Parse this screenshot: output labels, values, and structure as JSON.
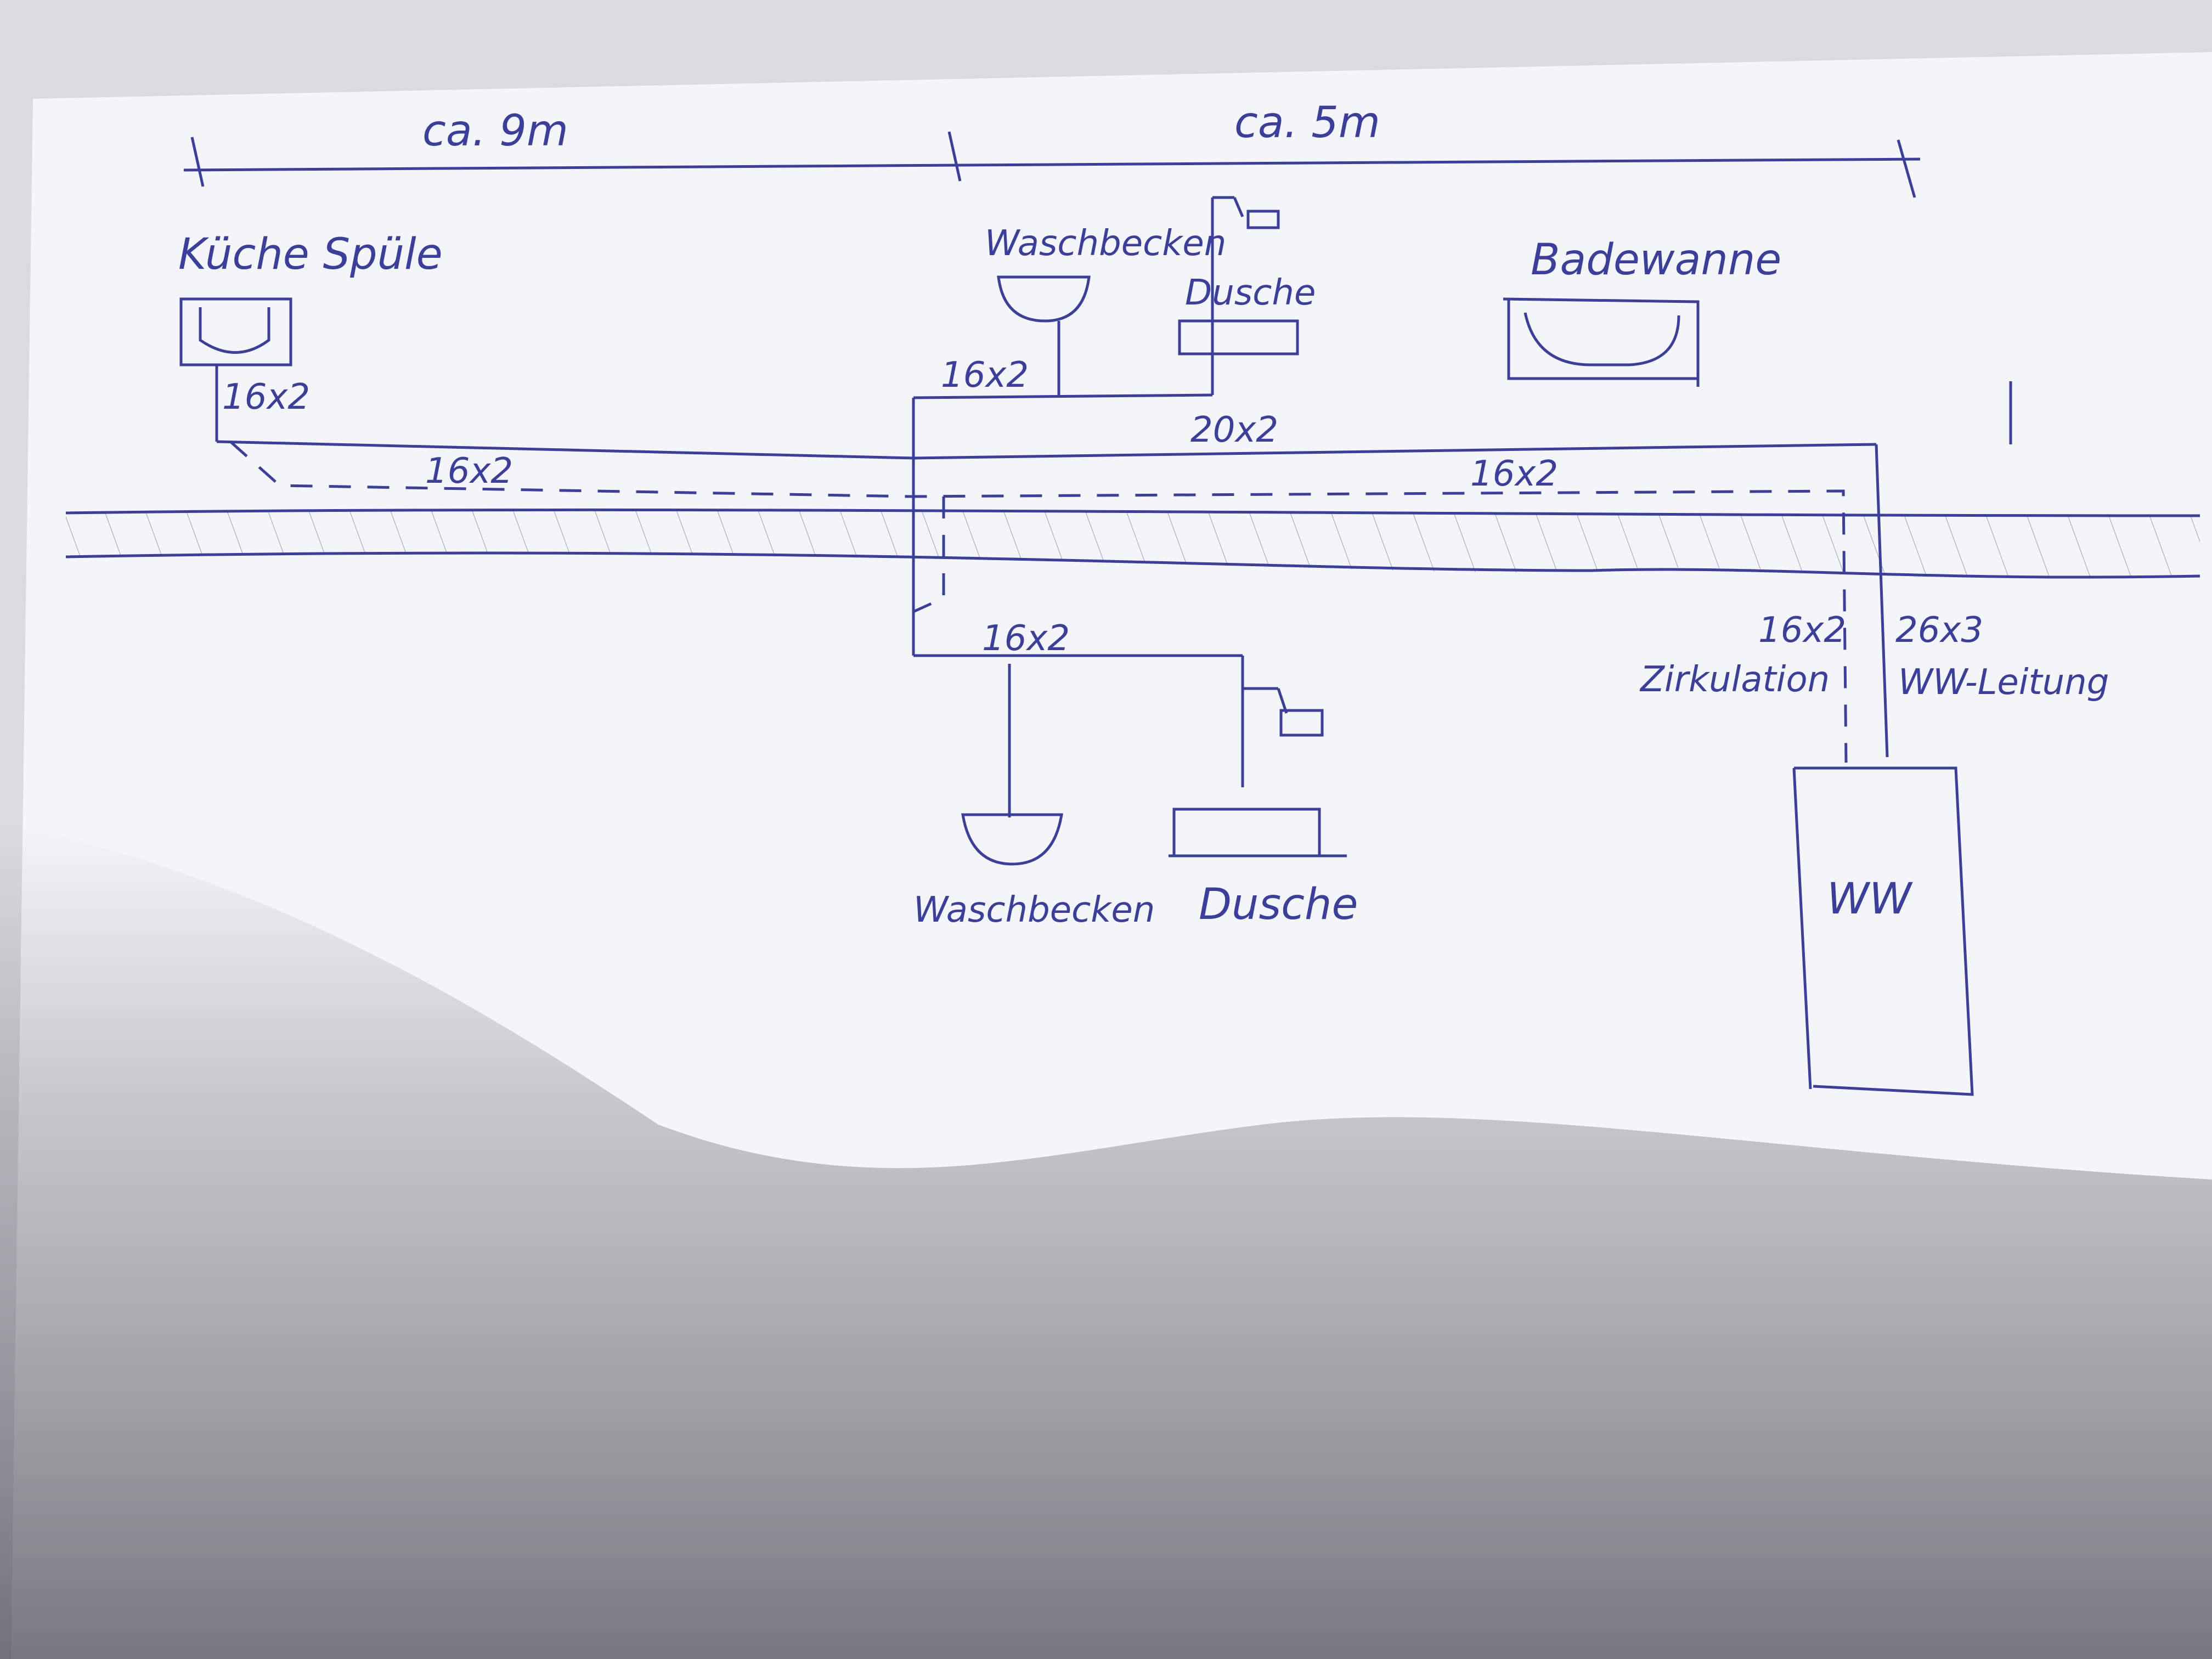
{
  "colors": {
    "ink": "#3a3f9e",
    "paper": "#f4f5f8",
    "desk": "#d9dbdf",
    "shadow": "#6a6d76"
  },
  "dimensions": {
    "left_span": "ca. 9m",
    "right_span": "ca. 5m"
  },
  "fixtures": {
    "kitchen_sink": "Küche Spüle",
    "upper_washbasin": "Waschbecken",
    "upper_shower": "Dusche",
    "bathtub": "Badewanne",
    "lower_washbasin": "Waschbecken",
    "lower_shower": "Dusche",
    "water_heater": "WW"
  },
  "pipes": {
    "kitchen_drop": "16x2",
    "kitchen_dashed": "16x2",
    "upper_branch": "16x2",
    "main_upper": "20x2",
    "right_dashed": "16x2",
    "lower_branch": "16x2",
    "circulation_size": "16x2",
    "supply_size": "26x3"
  },
  "labels": {
    "circulation": "Zirkulation",
    "supply": "WW-Leitung"
  }
}
